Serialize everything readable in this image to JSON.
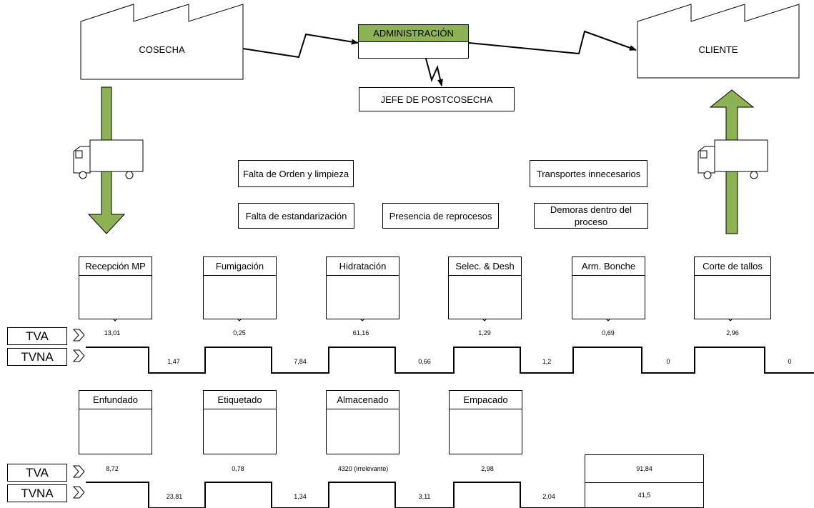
{
  "entities": {
    "supplier": "COSECHA",
    "admin": "ADMINISTRACIÓN",
    "customer": "CLIENTE",
    "manager": "JEFE DE POSTCOSECHA"
  },
  "wastes": [
    "Falta de Orden y limpieza",
    "Transportes innecesarios",
    "Falta de estandarización",
    "Presencia de reprocesos",
    "Demoras dentro del proceso"
  ],
  "row1": {
    "processes": [
      "Recepción MP",
      "Fumigación",
      "Hidratación",
      "Selec. & Desh",
      "Arm. Bonche",
      "Corte de tallos"
    ],
    "tva": [
      "13,01",
      "0,25",
      "61,16",
      "1,29",
      "0,69",
      "2,96"
    ],
    "tvna": [
      "1,47",
      "7,84",
      "0,66",
      "1,2",
      "0",
      "0"
    ]
  },
  "row2": {
    "processes": [
      "Enfundado",
      "Etiquetado",
      "Almacenado",
      "Empacado"
    ],
    "tva": [
      "8,72",
      "0,78",
      "4320 (irrelevante)",
      "2,98"
    ],
    "tvna": [
      "23,81",
      "1,34",
      "3,11",
      "2,04"
    ]
  },
  "labels": {
    "tva": "TVA",
    "tvna": "TVNA"
  },
  "totals": {
    "tva": "91,84",
    "tvna": "41,5"
  },
  "colors": {
    "arrow_fill": "#8db254",
    "admin_header": "#8db254"
  },
  "icons": [
    "factory-icon",
    "truck-icon",
    "operator-icon",
    "inventory-triangle-icon",
    "chevron-icon",
    "lightning-arrow-icon"
  ]
}
